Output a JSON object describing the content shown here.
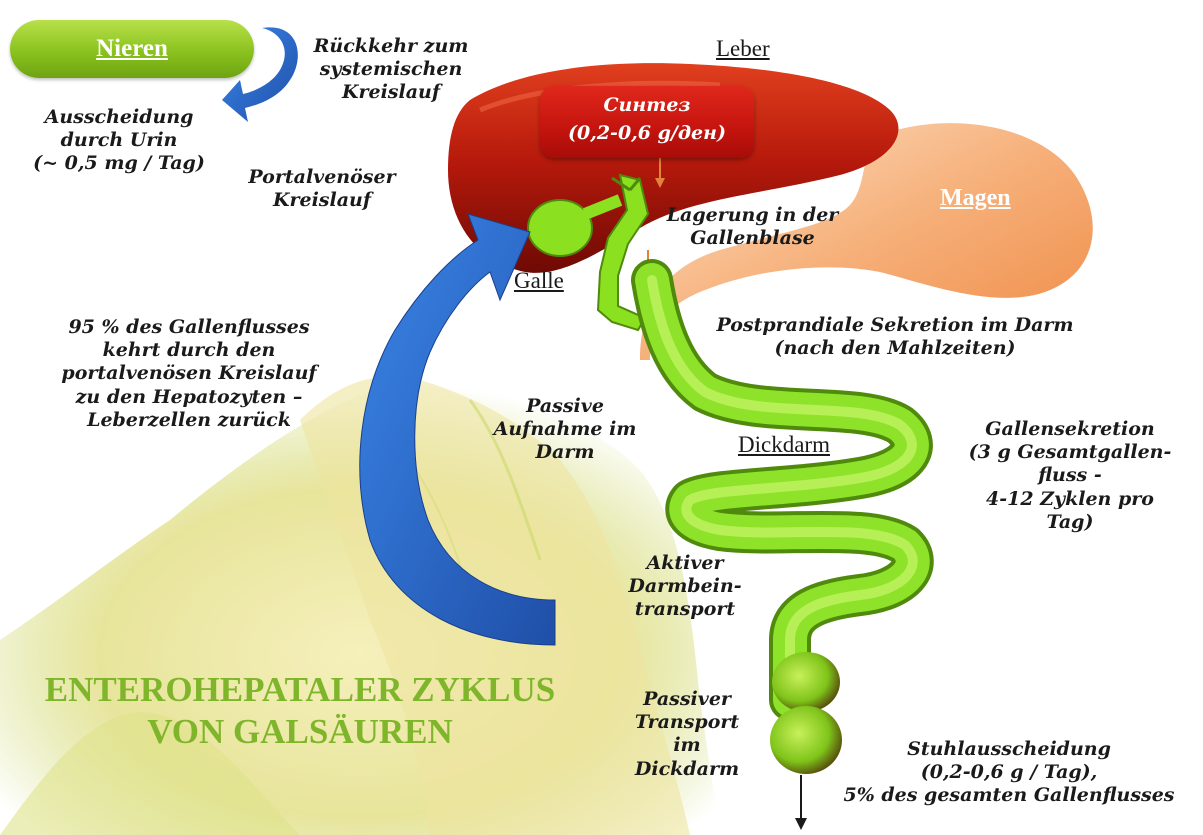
{
  "organs": {
    "nieren": "Nieren",
    "leber": "Leber",
    "magen": "Magen",
    "galle": "Galle",
    "dickdarm": "Dickdarm"
  },
  "synthesis": {
    "line1": "Синтез",
    "line2": "(0,2-0,6 g/ден)"
  },
  "labels": {
    "rueckkehr": "Rückkehr zum\nsystemischen\nKreislauf",
    "ausscheidung": "Ausscheidung\ndurch Urin\n(~ 0,5 mg / Tag)",
    "portal": "Portalvenöser\nKreislauf",
    "lagerung": "Lagerung in der\nGallenblase",
    "postprandial": "Postprandiale Sekretion im Darm\n(nach den Mahlzeiten)",
    "rueckfluss": "95 % des Gallenflusses\nkehrt durch den\nportalvenösen Kreislauf\nzu den Hepatozyten –\nLeberzellen zurück",
    "passive_aufnahme": "Passive\nAufnahme im\nDarm",
    "sekretion": "Gallensekretion\n(3 g Gesamtgallen-\nfluss -\n4-12 Zyklen pro\nTag)",
    "aktiver": "Aktiver\nDarmbein-\ntransport",
    "passiver": "Passiver\nTransport\nim\nDickdarm",
    "stuhl": "Stuhlausscheidung\n(0,2-0,6 g / Tag),\n5% des gesamten Gallenflusses"
  },
  "title": {
    "line1": "ENTEROHEPATALER ZYKLUS",
    "line2": "VON GALSÄUREN"
  },
  "colors": {
    "liver": "#b81a0c",
    "bile_green": "#7fd81a",
    "arrow_blue": "#2f6fd0",
    "stomach": "#f4a062",
    "title_green": "#7fb52b"
  }
}
